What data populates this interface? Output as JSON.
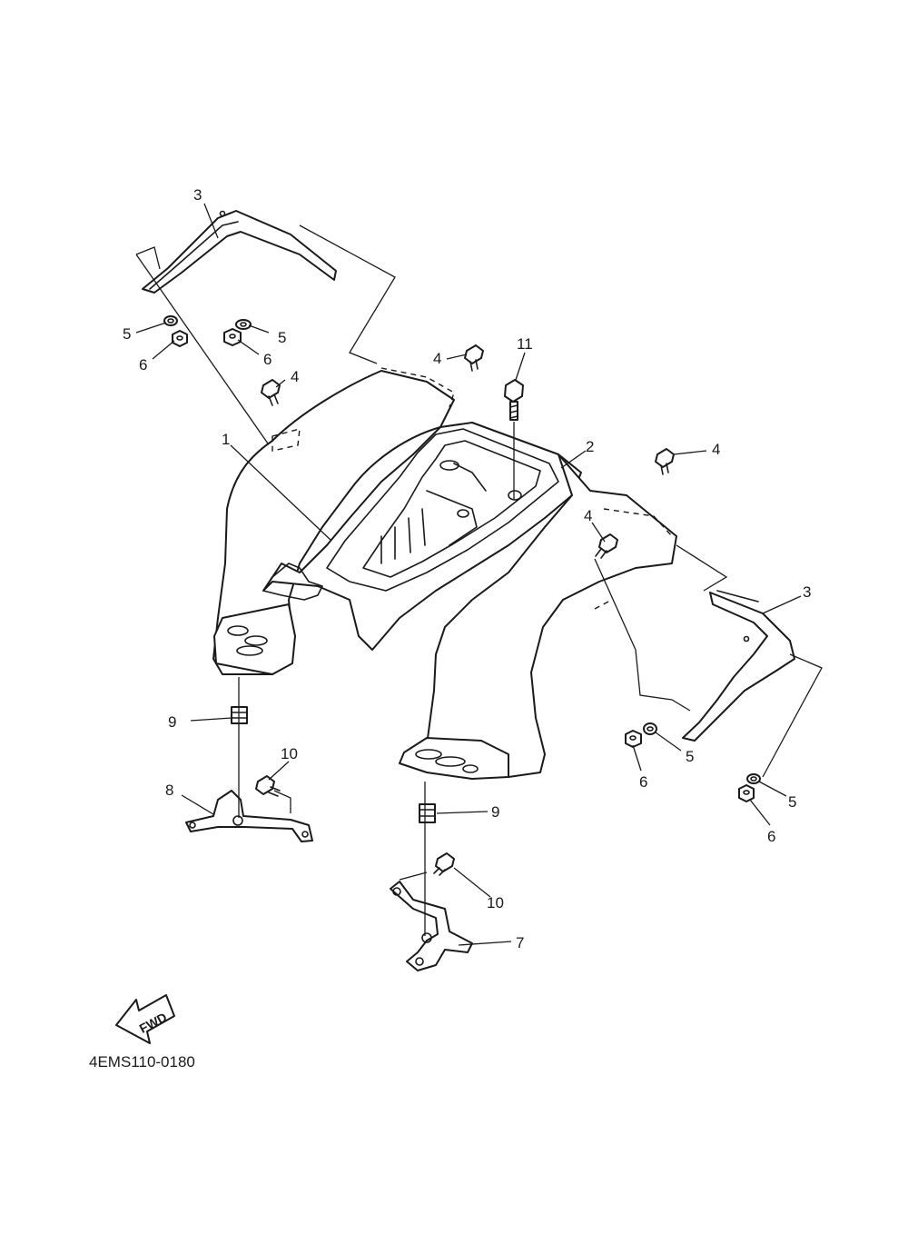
{
  "diagram": {
    "drawing_code": "4EMS110-0180",
    "fwd_label": "FWD",
    "callouts": [
      {
        "id": "c-3a",
        "label": "3"
      },
      {
        "id": "c-5a",
        "label": "5"
      },
      {
        "id": "c-6a",
        "label": "6"
      },
      {
        "id": "c-5b",
        "label": "5"
      },
      {
        "id": "c-6b",
        "label": "6"
      },
      {
        "id": "c-4a",
        "label": "4"
      },
      {
        "id": "c-4b",
        "label": "4"
      },
      {
        "id": "c-11",
        "label": "11"
      },
      {
        "id": "c-1",
        "label": "1"
      },
      {
        "id": "c-2",
        "label": "2"
      },
      {
        "id": "c-4c",
        "label": "4"
      },
      {
        "id": "c-4d",
        "label": "4"
      },
      {
        "id": "c-3b",
        "label": "3"
      },
      {
        "id": "c-9a",
        "label": "9"
      },
      {
        "id": "c-10a",
        "label": "10"
      },
      {
        "id": "c-8",
        "label": "8"
      },
      {
        "id": "c-5c",
        "label": "5"
      },
      {
        "id": "c-6c",
        "label": "6"
      },
      {
        "id": "c-5d",
        "label": "5"
      },
      {
        "id": "c-6d",
        "label": "6"
      },
      {
        "id": "c-9b",
        "label": "9"
      },
      {
        "id": "c-10b",
        "label": "10"
      },
      {
        "id": "c-7",
        "label": "7"
      }
    ]
  }
}
